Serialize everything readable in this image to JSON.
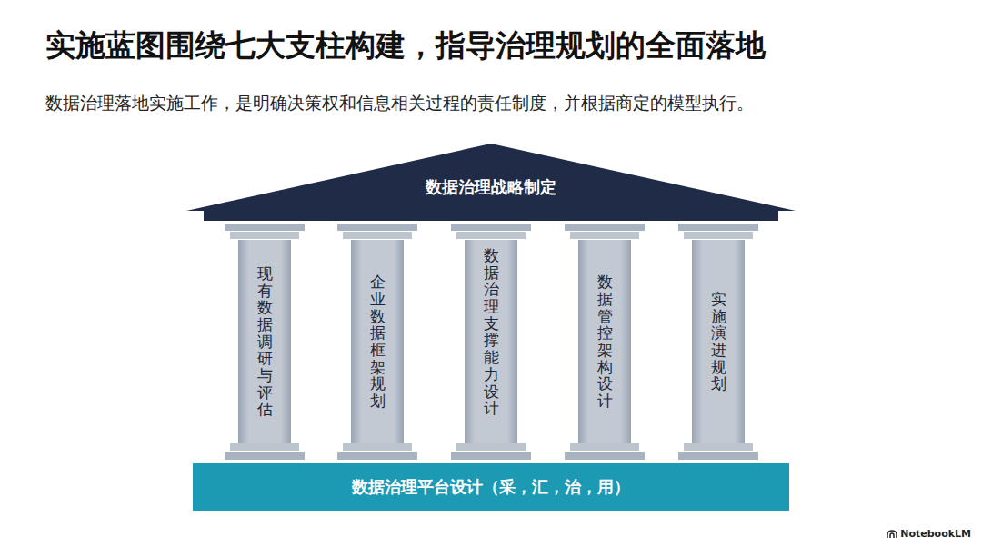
{
  "diagram": {
    "title": "实施蓝图围绕七大支柱构建，指导治理规划的全面落地",
    "caption": "数据治理落地实施工作，是明确决策权和信息相关过程的责任制度，并根据商定的模型执行。",
    "nodes": [
      {
        "text": [
          "数据治理战略制定"
        ]
      },
      {
        "text": [
          "现有数据调研与评估"
        ]
      },
      {
        "text": [
          "企业数据框架规划"
        ]
      },
      {
        "text": [
          "数据治理支撑能力设计"
        ]
      },
      {
        "text": [
          "数据管控架构设计"
        ]
      },
      {
        "text": [
          "实施演进规划"
        ]
      },
      {
        "text": [
          "数据治理平台设计（采，汇，治，用）"
        ]
      }
    ],
    "labels": [
      "NotebookLM"
    ]
  }
}
